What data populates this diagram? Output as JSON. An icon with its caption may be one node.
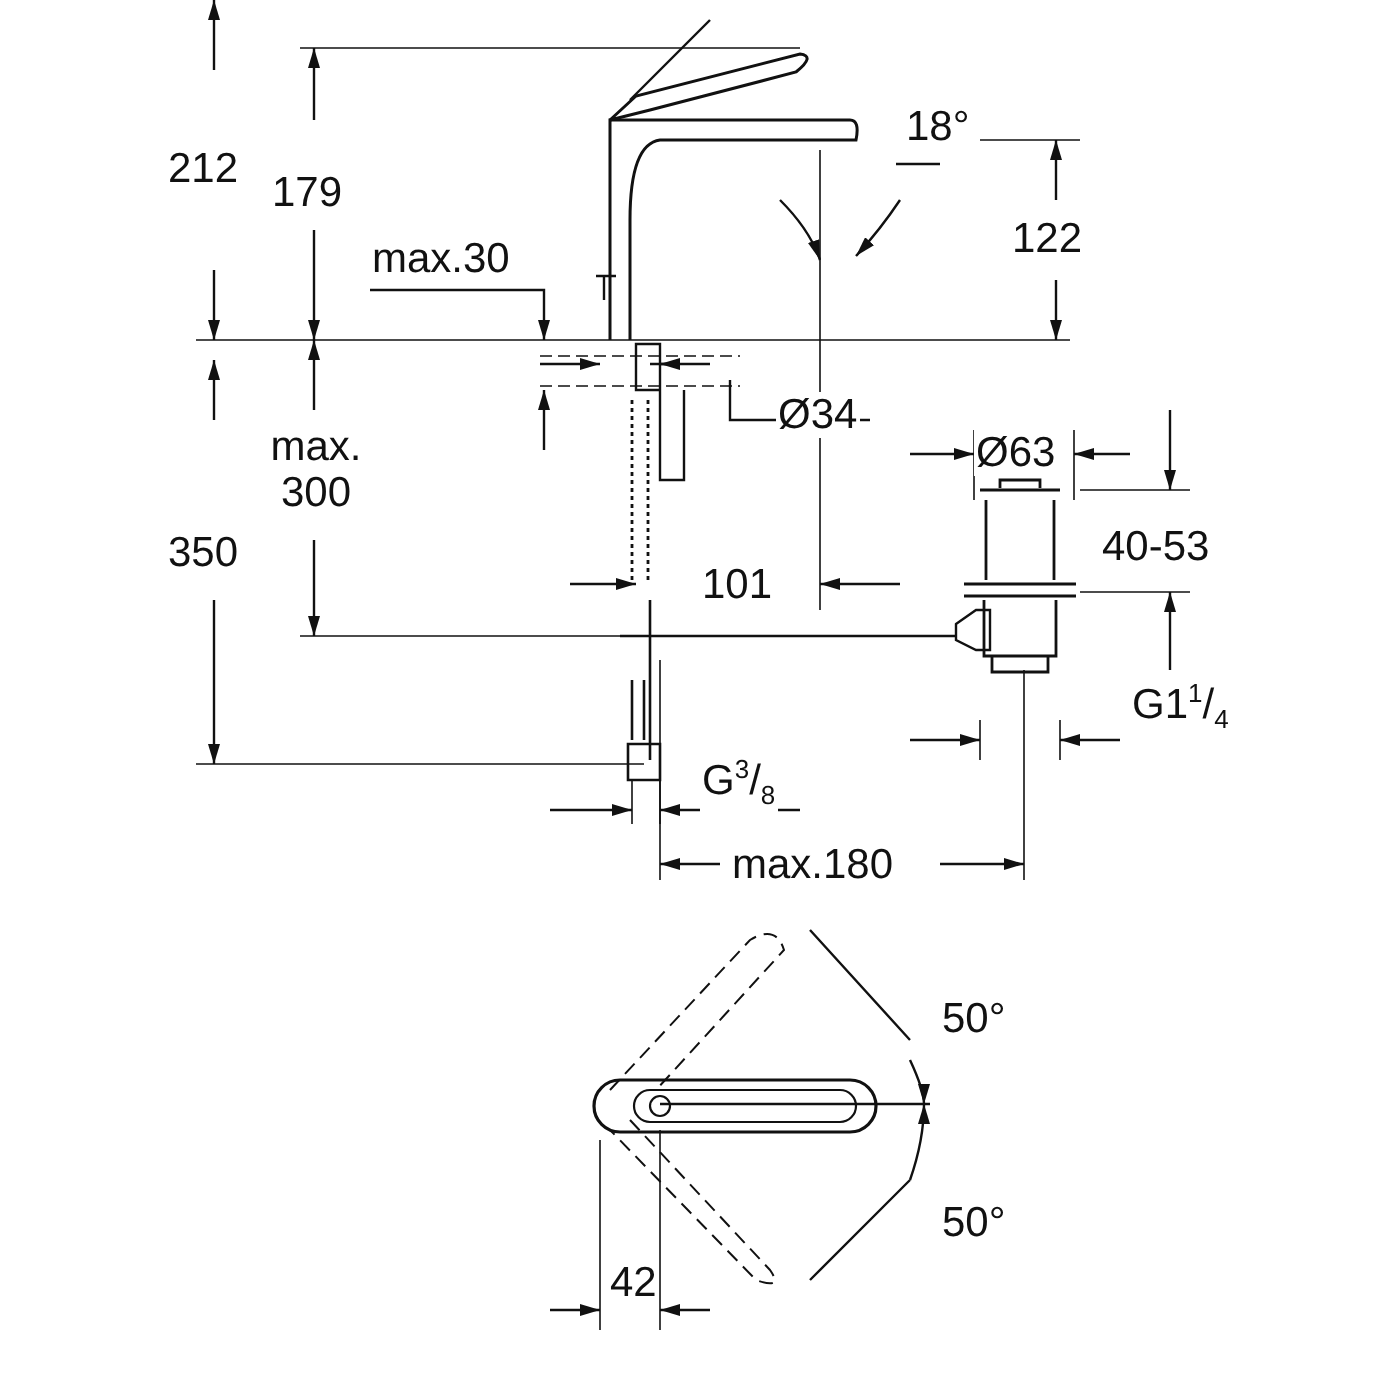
{
  "diagram": {
    "labels": [
      "212",
      "179",
      "18°",
      "122",
      "max.30",
      "Ø34",
      "max. 300",
      "Ø63",
      "350",
      "40-53",
      "101",
      "G1$^{1}$/$_{4}$",
      "G$^{3}$/$_{8}$",
      "max.180",
      "50°",
      "50°",
      "42"
    ]
  }
}
